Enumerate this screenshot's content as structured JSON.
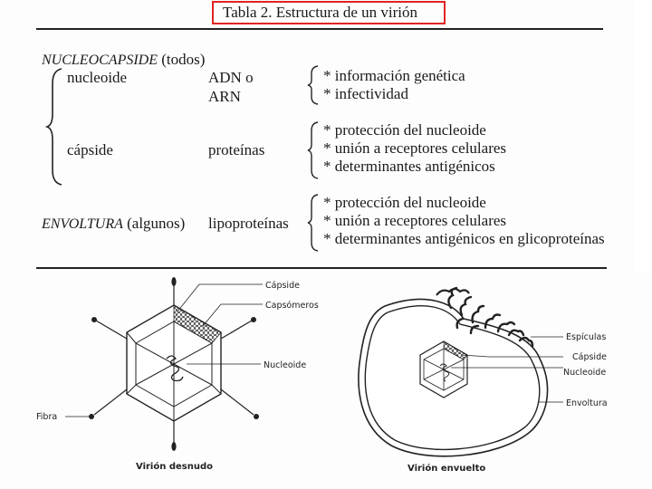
{
  "title": "Tabla 2. Estructura de un virión",
  "table": {
    "nucleocapside": {
      "name": "NUCLEOCAPSIDE",
      "note": "(todos)"
    },
    "rows": [
      {
        "component": "nucleoide",
        "material_line1": "ADN o",
        "material_line2": "ARN",
        "functions": [
          "* información genética",
          "* infectividad"
        ]
      },
      {
        "component": "cápside",
        "material_line1": "proteínas",
        "functions": [
          "* protección del nucleoide",
          "* unión a receptores celulares",
          "* determinantes antigénicos"
        ]
      }
    ],
    "envoltura": {
      "name": "ENVOLTURA",
      "note": "(algunos)",
      "material": "lipoproteínas",
      "functions": [
        "* protección del nucleoide",
        "* unión a receptores celulares",
        "* determinantes antigénicos en glicoproteínas"
      ]
    }
  },
  "figure": {
    "left": {
      "caption": "Virión desnudo",
      "labels": {
        "capside": "Cápside",
        "capsomeros": "Capsómeros",
        "nucleoide": "Nucleoide",
        "fibra": "Fibra"
      }
    },
    "right": {
      "caption": "Virión envuelto",
      "labels": {
        "espiculas": "Espículas",
        "capside": "Cápside",
        "nucleoide": "Nucleoide",
        "envoltura": "Envoltura"
      }
    }
  }
}
